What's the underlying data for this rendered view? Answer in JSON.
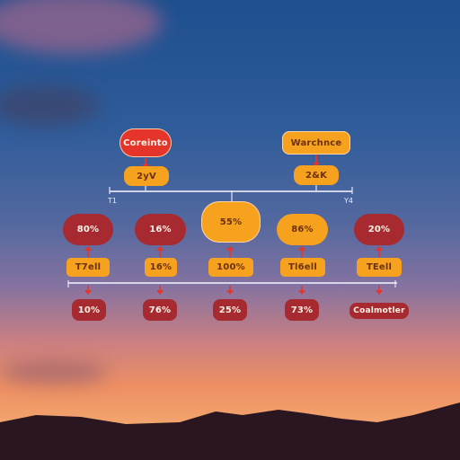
{
  "top": {
    "left": {
      "label": "Coreinto",
      "value": "2yV"
    },
    "right": {
      "label": "Warchnce",
      "value": "2&K"
    }
  },
  "bus_labels": {
    "left": "T1",
    "right": "Y4"
  },
  "row1": [
    "80%",
    "16%",
    "55%",
    "86%",
    "20%"
  ],
  "row2": [
    "T7ell",
    "16%",
    "100%",
    "Tl6ell",
    "TEell"
  ],
  "row3": [
    "10%",
    "76%",
    "25%",
    "73%",
    "Coalmotler"
  ],
  "colors": {
    "red": "#a62a2f",
    "orange": "#f49b19",
    "bright_red": "#e5352b"
  }
}
